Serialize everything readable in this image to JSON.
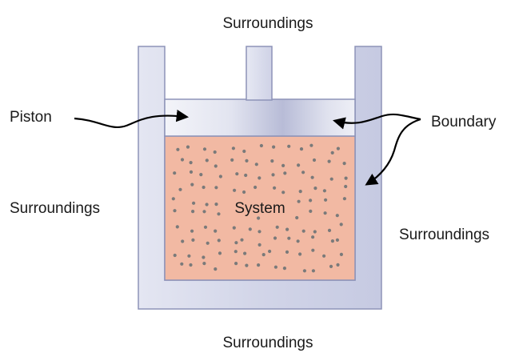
{
  "labels": {
    "surroundings_top": "Surroundings",
    "surroundings_bottom": "Surroundings",
    "surroundings_left": "Surroundings",
    "surroundings_right": "Surroundings",
    "piston": "Piston",
    "boundary": "Boundary",
    "system": "System"
  },
  "colors": {
    "container": "#d7d9ea",
    "container_stroke": "#8d93b8",
    "piston_light": "#f1f2f8",
    "piston_dark": "#b9bdd8",
    "gas": "#f2b9a3",
    "particle": "#7a7a7a",
    "arrow": "#000000"
  }
}
